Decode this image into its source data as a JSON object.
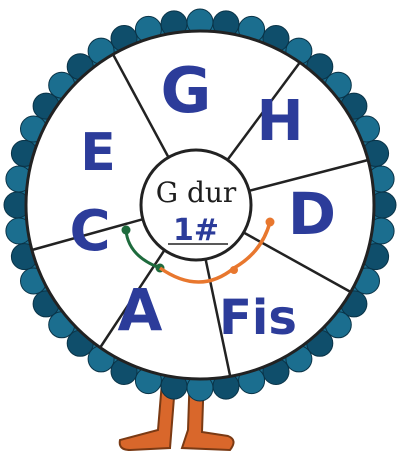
{
  "wheel": {
    "notes": [
      "G",
      "H",
      "D",
      "Fis",
      "A",
      "C",
      "E"
    ],
    "center_title": "G dur",
    "center_sharp": "1#"
  },
  "colors": {
    "scallop": "#1b6e8f",
    "scallop_dark": "#0f4e6b",
    "outline": "#222222",
    "note_ink": "#2c3c9a",
    "legs": "#d9672b",
    "arc_green": "#1e6b3d",
    "arc_orange": "#e8772e"
  }
}
